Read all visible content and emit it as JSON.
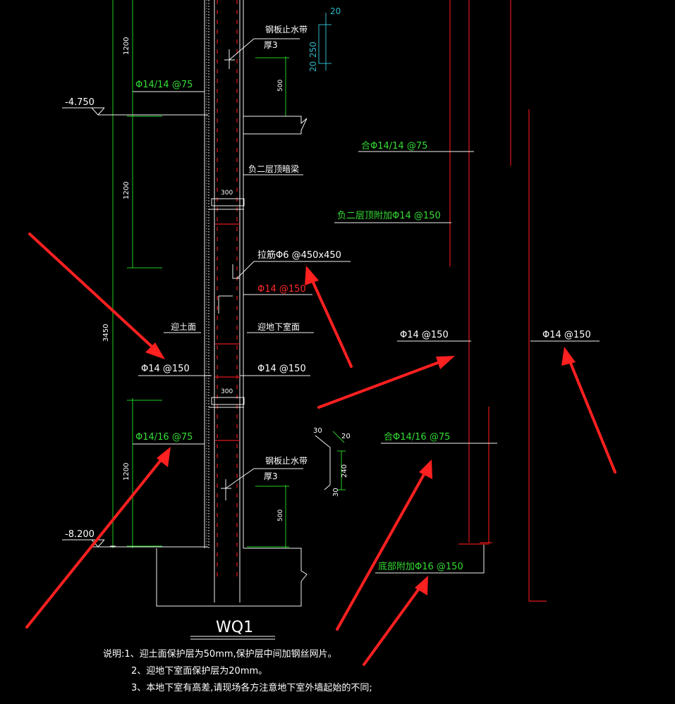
{
  "labels": {
    "waterstop_top_title": "钢板止水带",
    "waterstop_top_thickness": "厚3",
    "waterstop_bottom_title": "钢板止水带",
    "waterstop_bottom_thickness": "厚3",
    "elev_top": "-4.750",
    "elev_bottom": "-8.200",
    "dim_1200_top": "1200",
    "dim_1200_mid": "1200",
    "dim_3450": "3450",
    "dim_1200_bottom": "1200",
    "dim_500_top": "500",
    "dim_500_bottom": "500",
    "dim_300_top": "300",
    "dim_300_bottom": "300",
    "bar_left_top": "Φ14/14 @75",
    "bar_left_mid": "Φ14 @150",
    "bar_left_bottom": "Φ14/16 @75",
    "face_earth": "迎土面",
    "face_basement": "迎地下室面",
    "hidden_beam": "负二层顶暗梁",
    "tie_bar": "拉筋Φ6 @450x450",
    "bar_inner_red": "Φ14 @150",
    "bar_inner_right": "Φ14 @150",
    "cyan_20_top": "20",
    "cyan_250": "250",
    "cyan_20_bottom": "20",
    "green_30": "30",
    "green_20": "20",
    "green_240": "240",
    "green_30_b": "30",
    "combo_top": "合Φ14/14 @75",
    "additional_top": "负二层顶附加Φ14 @150",
    "right_mid_1": "Φ14 @150",
    "right_mid_2": "Φ14 @150",
    "combo_bottom": "合Φ14/16 @75",
    "bottom_additional": "底部附加Φ16 @150",
    "title": "WQ1",
    "note_1": "说明:1、迎土面保护层为50mm,保护层中间加钢丝网片。",
    "note_2": "2、迎地下室面保护层为20mm。",
    "note_3": "3、本地下室有高差,请现场各方注意地下室外墙起始的不同;"
  },
  "colors": {
    "background": "#000000",
    "line": "#f2f2f2",
    "rebar_label": "#33dd33",
    "highlight": "#ff2020",
    "dimension": "#2fb8c8"
  }
}
